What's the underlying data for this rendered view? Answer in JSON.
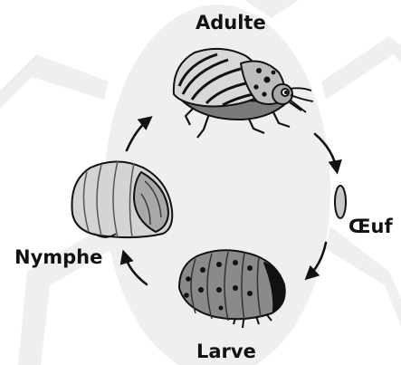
{
  "diagram": {
    "stages": [
      {
        "id": "adult",
        "label": "Adulte"
      },
      {
        "id": "egg",
        "label": "Œuf"
      },
      {
        "id": "larva",
        "label": "Larve"
      },
      {
        "id": "nymph",
        "label": "Nymphe"
      }
    ]
  },
  "colors": {
    "background": "#ffffff",
    "watermark": "#f1eeee",
    "outline": "#111111",
    "shell_light": "#d6d6d6",
    "shell_mid": "#a8a8a8",
    "shell_dark": "#7a7a7a"
  }
}
